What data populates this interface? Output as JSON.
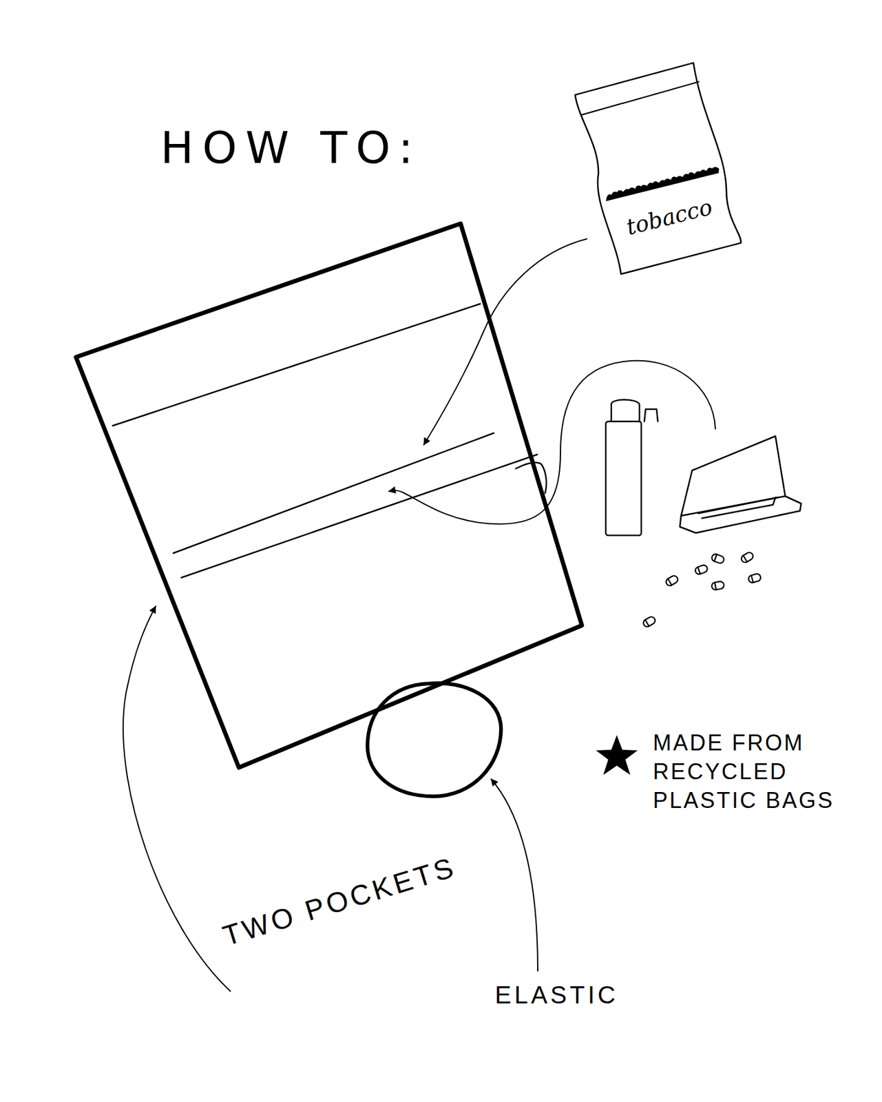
{
  "diagram": {
    "title": "HOW TO:",
    "nodes": [
      {
        "text": [
          "tobacco"
        ]
      }
    ],
    "edges": [],
    "labels": [
      "TWO POCKETS",
      "ELASTIC",
      "MADE FROM RECYCLED PLASTIC BAGS"
    ]
  }
}
